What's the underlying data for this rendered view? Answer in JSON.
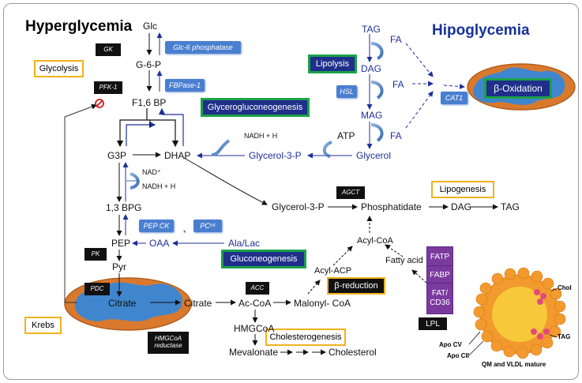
{
  "titles": {
    "hyper": "Hyperglycemia",
    "hipo": "Hipoglycemia"
  },
  "pathways": {
    "glycolysis": "Glycolysis",
    "lipolysis": "Lipolysis",
    "glycero": "Glycerogluconeogenesis",
    "beta_ox": "β-Oxidation",
    "lipogenesis": "Lipogenesis",
    "gluconeo": "Gluconeogenesis",
    "beta_red": "β-reduction",
    "cholesterogenesis": "Cholesterogenesis",
    "krebs": "Krebs"
  },
  "enzymes": {
    "gk": "GK",
    "glc6p": "Glc-6 phosphatase",
    "pfk1": "PFK-1",
    "fbpase": "FBPase-1",
    "hsl": "HSL",
    "cat1": "CAT1",
    "agct": "AGCT",
    "pepck": "PEP CK",
    "pcmt": "PC",
    "pcmt_sub": "mt",
    "pk": "PK",
    "pdc": "PDC",
    "acc": "ACC",
    "hmgcoa": "HMGCoA reductase",
    "lpl": "LPL"
  },
  "metabolites": {
    "glc": "Glc",
    "g6p": "G-6-P",
    "f16bp": "F1,6 BP",
    "g3p": "G3P",
    "dhap": "DHAP",
    "nadh1": "NADH + H",
    "nad": "NAD⁺",
    "nadh2": "NADH + H",
    "bpg": "1,3 BPG",
    "pep": "PEP",
    "oaa": "OAA",
    "ala_lac": "Ala/Lac",
    "star": "*",
    "pyr": "Pyr",
    "citrate_mito": "Citrate",
    "citrate": "Citrate",
    "acoa": "Ac-CoA",
    "malonyl": "Malonyl- CoA",
    "hmgcoa": "HMGCoA",
    "mevalonate": "Mevalonate",
    "cholesterol": "Cholesterol",
    "tag_top": "TAG",
    "dag_top": "DAG",
    "mag": "MAG",
    "fa1": "FA",
    "fa2": "FA",
    "fa3": "FA",
    "atp": "ATP",
    "glycerol": "Glycerol",
    "glycerol3p_blue": "Glycerol-3-P",
    "glycerol3p": "Glycerol-3-P",
    "phosphatidate": "Phosphatidate",
    "dag": "DAG",
    "tag": "TAG",
    "acyl_coa": "Acyl-CoA",
    "acyl_acp": "Acyl-ACP",
    "fatty_acid": "Fatty acid"
  },
  "transporters": {
    "fatp": "FATP",
    "fabp": "FABP",
    "fat_cd36": "FAT/ CD36"
  },
  "lipoprotein": {
    "chol": "Chol",
    "tag": "TAG",
    "apo_cv": "Apo CV",
    "apo_cii": "Apo CII",
    "caption": "QM and VLDL mature"
  },
  "colors": {
    "blue_pathway": "#1f2f9a",
    "yellow_border": "#f2b21a",
    "green_border": "#1ba14a",
    "enzyme_blue": "#4a7fd0",
    "transporter_purple": "#7a3a9e",
    "mito_orange": "#d9792e",
    "mito_blue": "#3f86cf"
  }
}
